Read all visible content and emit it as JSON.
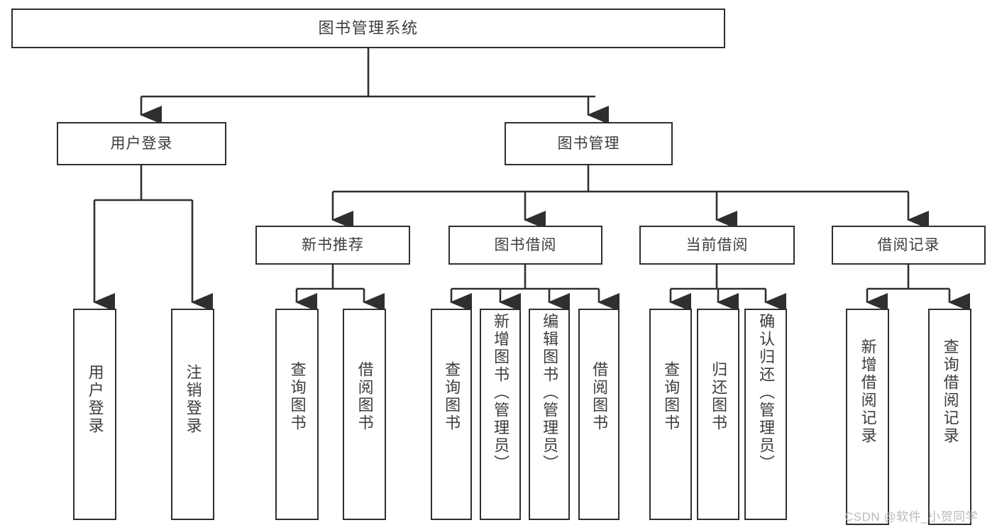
{
  "diagram": {
    "title": "图书管理系统",
    "watermark": "CSDN @软件_小贺同学",
    "line_color": "#2f2f2f",
    "text_color": "#3d3d3d",
    "background": "#ffffff"
  },
  "nodes": {
    "root": {
      "label": "图书管理系统"
    },
    "level2": [
      {
        "id": "user-login",
        "label": "用户登录"
      },
      {
        "id": "book-manage",
        "label": "图书管理"
      }
    ],
    "level3": [
      {
        "id": "new-book-recommend",
        "label": "新书推荐"
      },
      {
        "id": "book-borrow",
        "label": "图书借阅"
      },
      {
        "id": "current-borrow",
        "label": "当前借阅"
      },
      {
        "id": "borrow-record",
        "label": "借阅记录"
      }
    ],
    "leaves": {
      "user_login": [
        {
          "id": "leaf-user-login",
          "label": "用户登录"
        },
        {
          "id": "leaf-logout-login",
          "label": "注销登录"
        }
      ],
      "new_book_recommend": [
        {
          "id": "leaf-query-book-1",
          "label": "查询图书"
        },
        {
          "id": "leaf-borrow-book-1",
          "label": "借阅图书"
        }
      ],
      "book_borrow": [
        {
          "id": "leaf-query-book-2",
          "label": "查询图书"
        },
        {
          "id": "leaf-add-book",
          "label": "新增图书（管理员）"
        },
        {
          "id": "leaf-edit-book",
          "label": "编辑图书（管理员）"
        },
        {
          "id": "leaf-borrow-book-2",
          "label": "借阅图书"
        }
      ],
      "current_borrow": [
        {
          "id": "leaf-query-book-3",
          "label": "查询图书"
        },
        {
          "id": "leaf-return-book",
          "label": "归还图书"
        },
        {
          "id": "leaf-confirm-return",
          "label": "确认归还（管理员）"
        }
      ],
      "borrow_record": [
        {
          "id": "leaf-add-record",
          "label": "新增借阅记录"
        },
        {
          "id": "leaf-query-record",
          "label": "查询借阅记录"
        }
      ]
    }
  }
}
